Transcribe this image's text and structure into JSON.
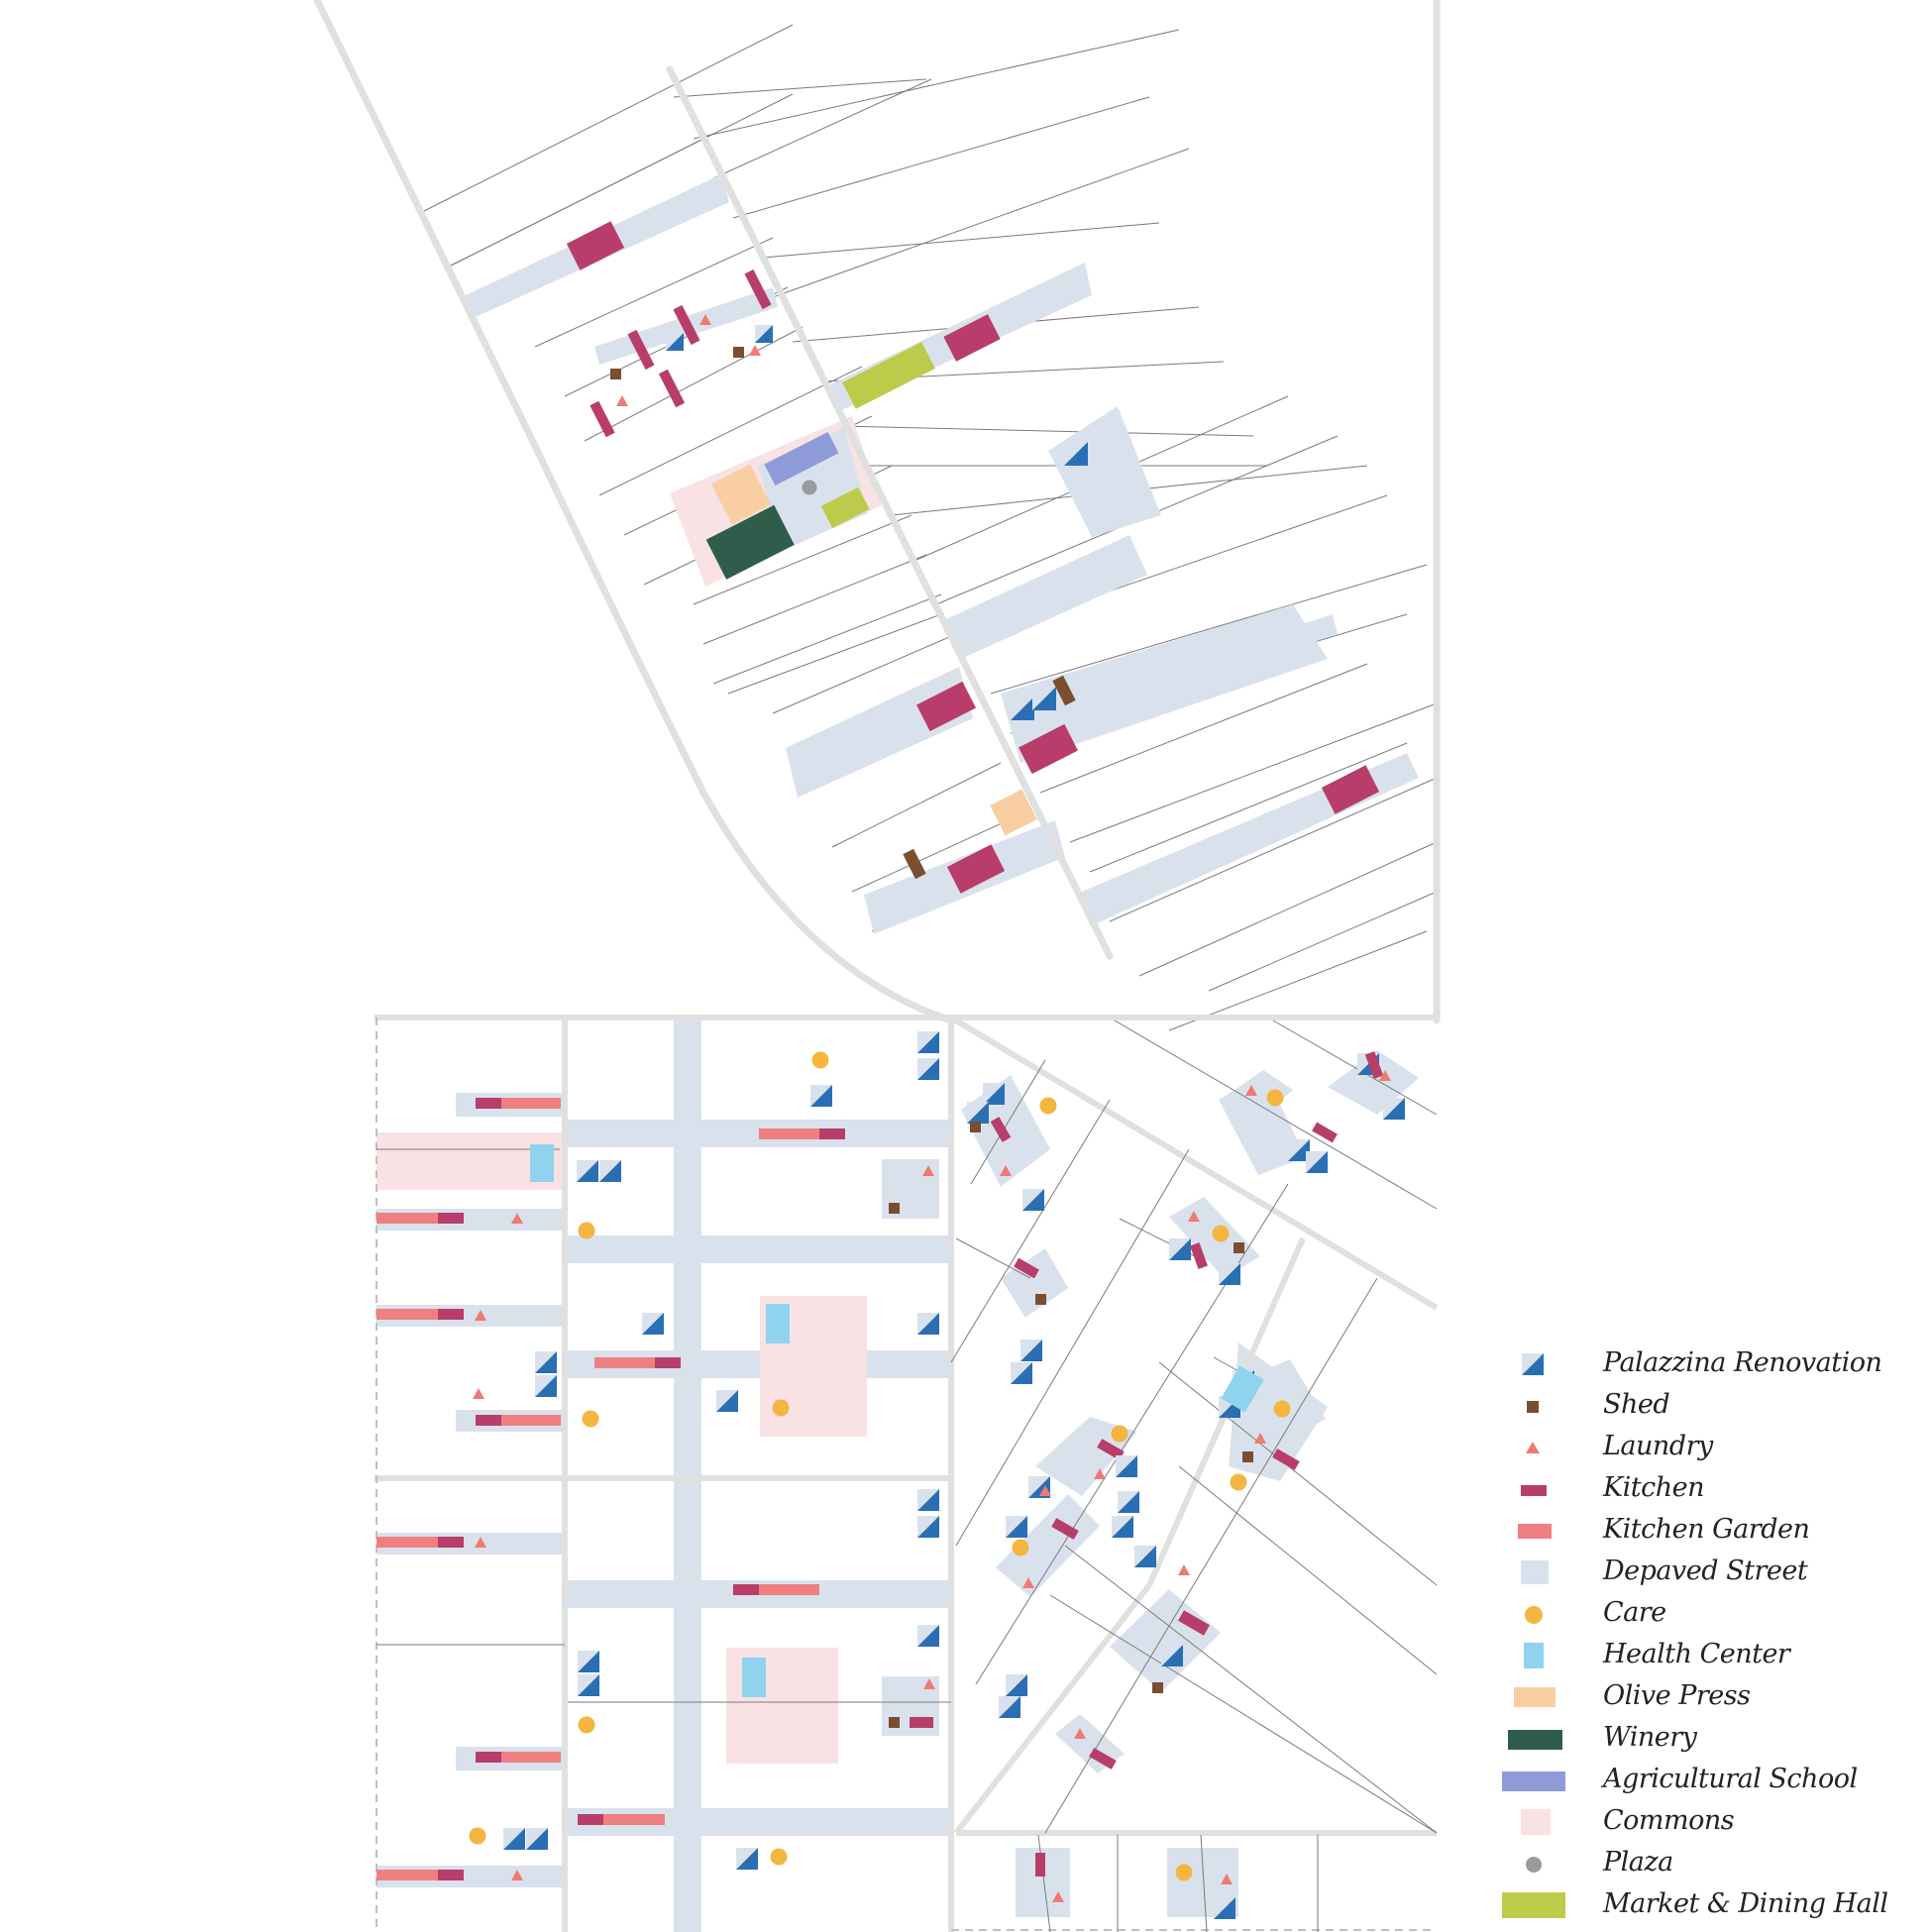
{
  "colors": {
    "street": "#dedede",
    "depaved": "#d9e2ec",
    "palazzina": "#2a6fb3",
    "shed": "#7a4e30",
    "laundry": "#f07a72",
    "kitchen": "#b83d6a",
    "kitchen_garden": "#ef7f81",
    "care": "#f4b63f",
    "health_center": "#8fd3ee",
    "olive_press": "#f8ceA2",
    "winery": "#2f5d4c",
    "agricultural_school": "#8f9bd8",
    "commons": "#f8e2e4",
    "plaza": "#9a9a9a",
    "market": "#bccb4a",
    "parcel_line": "#7a7a7a"
  },
  "legend": {
    "items": [
      {
        "key": "palazzina",
        "label": "Palazzina Renovation",
        "icon": "palazzina-icon"
      },
      {
        "key": "shed",
        "label": "Shed",
        "icon": "shed-icon"
      },
      {
        "key": "laundry",
        "label": "Laundry",
        "icon": "laundry-icon"
      },
      {
        "key": "kitchen",
        "label": "Kitchen",
        "icon": "kitchen-icon"
      },
      {
        "key": "kitchen_garden",
        "label": "Kitchen Garden",
        "icon": "kitchen-garden-icon"
      },
      {
        "key": "depaved",
        "label": "Depaved Street",
        "icon": "depaved-street-icon"
      },
      {
        "key": "care",
        "label": "Care",
        "icon": "care-icon"
      },
      {
        "key": "health_center",
        "label": "Health Center",
        "icon": "health-center-icon"
      },
      {
        "key": "olive_press",
        "label": "Olive Press",
        "icon": "olive-press-icon"
      },
      {
        "key": "winery",
        "label": "Winery",
        "icon": "winery-icon"
      },
      {
        "key": "agricultural_school",
        "label": "Agricultural School",
        "icon": "agricultural-school-icon"
      },
      {
        "key": "commons",
        "label": "Commons",
        "icon": "commons-icon"
      },
      {
        "key": "plaza",
        "label": "Plaza",
        "icon": "plaza-icon"
      },
      {
        "key": "market",
        "label": "Market & Dining Hall",
        "icon": "market-dining-hall-icon"
      }
    ]
  }
}
